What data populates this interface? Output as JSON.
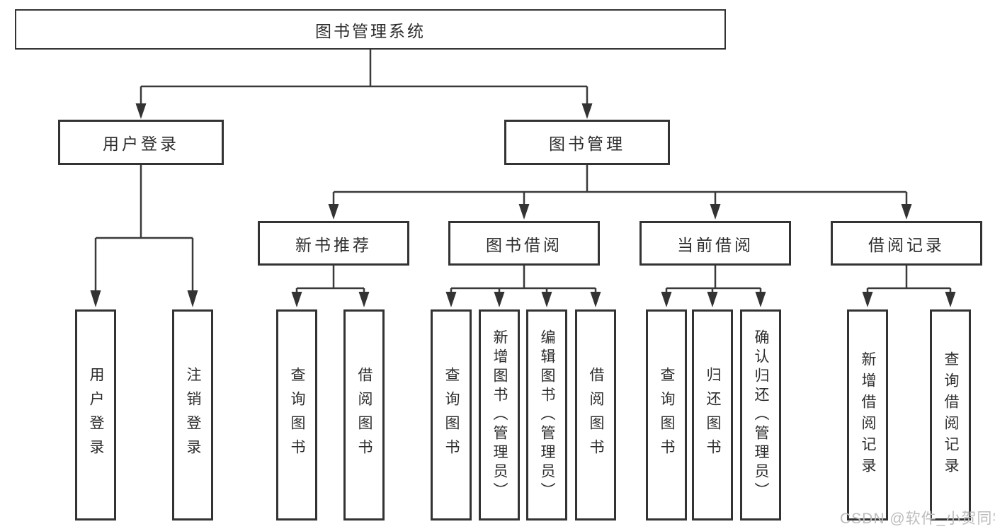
{
  "tree": {
    "label": "图书管理系统",
    "children": [
      {
        "label": "用户登录",
        "children": [
          {
            "label": "用户登录"
          },
          {
            "label": "注销登录"
          }
        ]
      },
      {
        "label": "图书管理",
        "children": [
          {
            "label": "新书推荐",
            "children": [
              {
                "label": "查询图书"
              },
              {
                "label": "借阅图书"
              }
            ]
          },
          {
            "label": "图书借阅",
            "children": [
              {
                "label": "查询图书"
              },
              {
                "label": "新增图书（管理员）"
              },
              {
                "label": "编辑图书（管理员）"
              },
              {
                "label": "借阅图书"
              }
            ]
          },
          {
            "label": "当前借阅",
            "children": [
              {
                "label": "查询图书"
              },
              {
                "label": "归还图书"
              },
              {
                "label": "确认归还（管理员）"
              }
            ]
          },
          {
            "label": "借阅记录",
            "children": [
              {
                "label": "新增借阅记录"
              },
              {
                "label": "查询借阅记录"
              }
            ]
          }
        ]
      }
    ]
  },
  "watermark": {
    "text": "CSDN @软件_小贺同学"
  },
  "colors": {
    "background": "#ffffff",
    "box_border": "#333333",
    "box_fill": "#ffffff",
    "connector": "#3a3a3a",
    "text": "#2d2d2d",
    "watermark": "#bcbcbc"
  }
}
